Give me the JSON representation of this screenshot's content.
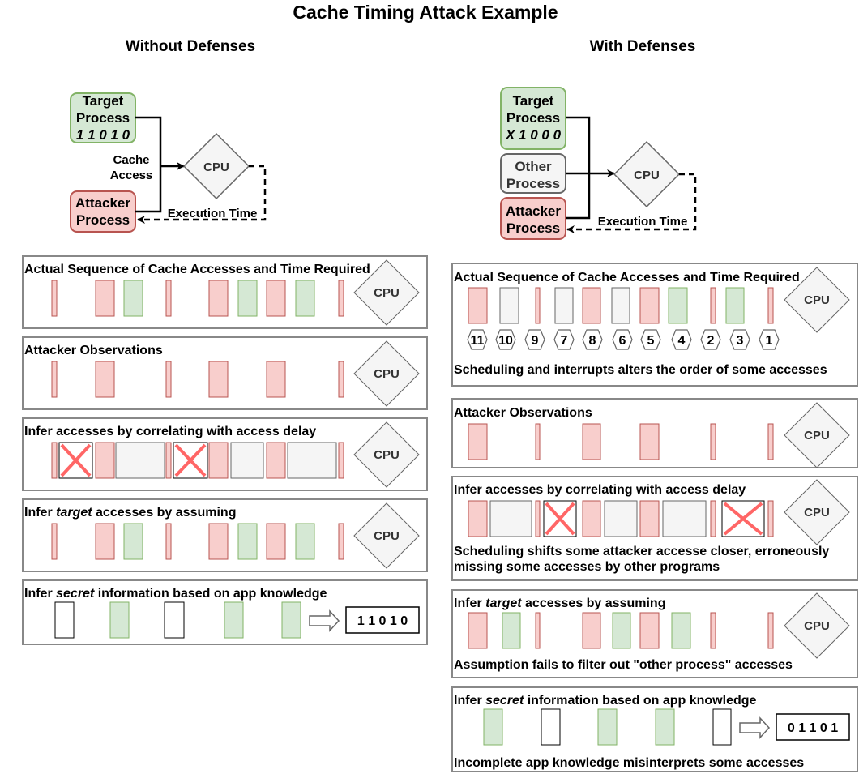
{
  "title": "Cache Timing Attack Example",
  "cpu_label": "CPU",
  "colors": {
    "attacker_fill": "#f8cecc",
    "attacker_stroke": "#b85450",
    "target_fill": "#d5e8d4",
    "target_stroke": "#82b366",
    "other_fill": "#f5f5f5",
    "other_stroke": "#666666",
    "cross": "#ff6666"
  },
  "left": {
    "heading": "Without Defenses",
    "target_process": [
      "Target",
      "Process"
    ],
    "target_secret": "1 1 0 1 0",
    "attacker_process": [
      "Attacker",
      "Process"
    ],
    "cache_access_label": [
      "Cache",
      "Access"
    ],
    "execution_time_label": "Execution Time",
    "panels": {
      "actual": {
        "title": "Actual Sequence of Cache Accesses and Time Required"
      },
      "observe": {
        "title": "Attacker Observations"
      },
      "infer_delay": {
        "title": "Infer accesses by correlating with access delay"
      },
      "infer_target": {
        "pre": "Infer ",
        "em": "target",
        "post": " accesses by assuming"
      },
      "infer_secret": {
        "pre": "Infer ",
        "em": "secret",
        "post": " information based on app knowledge",
        "result": "1 1 0 1 0"
      }
    }
  },
  "right": {
    "heading": "With Defenses",
    "target_process": [
      "Target",
      "Process"
    ],
    "target_secret": "X 1 0 0 0",
    "other_process": [
      "Other",
      "Process"
    ],
    "attacker_process": [
      "Attacker",
      "Process"
    ],
    "execution_time_label": "Execution Time",
    "panels": {
      "actual": {
        "title": "Actual Sequence of Cache Accesses and Time Required",
        "order": [
          "11",
          "10",
          "9",
          "7",
          "8",
          "6",
          "5",
          "4",
          "2",
          "3",
          "1"
        ],
        "note": "Scheduling and interrupts alters the order of some accesses"
      },
      "observe": {
        "title": "Attacker Observations"
      },
      "infer_delay": {
        "title": "Infer accesses by correlating with access delay",
        "note1": "Scheduling shifts some attacker accesse closer, erroneously",
        "note2": "missing some accesses by other programs"
      },
      "infer_target": {
        "pre": "Infer ",
        "em": "target",
        "post": " accesses by assuming",
        "note": "Assumption fails to filter out \"other process\" accesses"
      },
      "infer_secret": {
        "pre": "Infer ",
        "em": "secret",
        "post": " information based on app knowledge",
        "result": "0 1 1 0 1",
        "note": "Incomplete app knowledge misinterprets some accesses"
      }
    }
  }
}
